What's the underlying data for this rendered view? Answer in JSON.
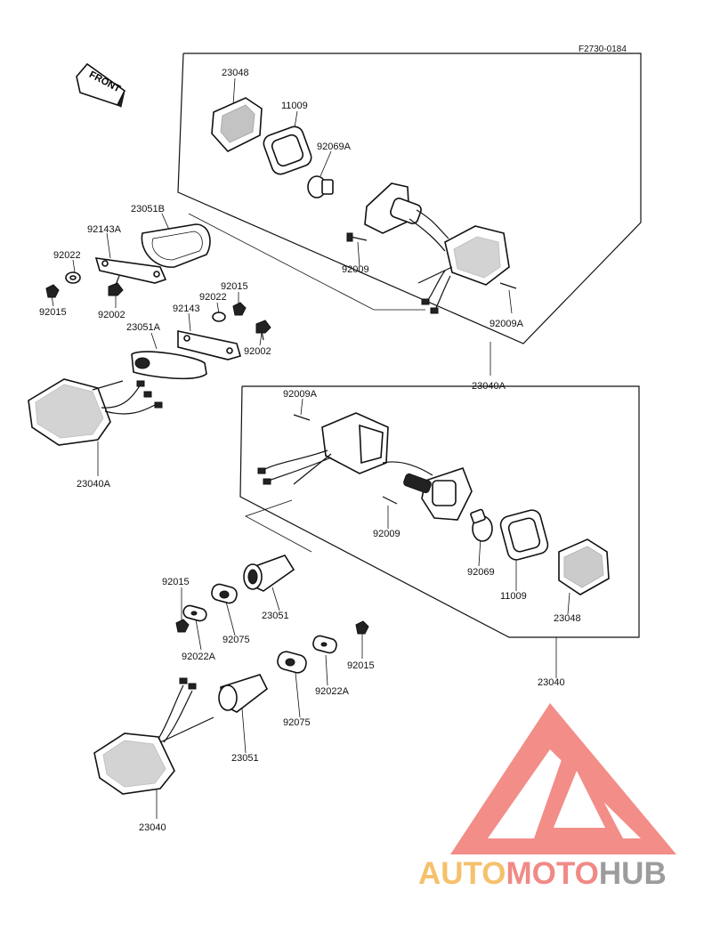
{
  "drawing_code": "F2730-0184",
  "front_arrow_label": "FRONT",
  "labels": {
    "l23048_top": "23048",
    "l11009_top": "11009",
    "l92069A": "92069A",
    "l23051B": "23051B",
    "l92143A": "92143A",
    "l92022_a": "92022",
    "l92015_a": "92015",
    "l92002_a": "92002",
    "l92015_b": "92015",
    "l92022_b": "92022",
    "l92143": "92143",
    "l23051A": "23051A",
    "l92002_b": "92002",
    "l92009_top": "92009",
    "l92009A_top": "92009A",
    "l23040A_right": "23040A",
    "l23040A_left": "23040A",
    "l92009A_mid": "92009A",
    "l92009_mid": "92009",
    "l92069": "92069",
    "l11009_mid": "11009",
    "l23048_mid": "23048",
    "l23040_right": "23040",
    "l92015_c": "92015",
    "l92022A_a": "92022A",
    "l92075_a": "92075",
    "l23051_a": "23051",
    "l92015_d": "92015",
    "l92022A_b": "92022A",
    "l92075_b": "92075",
    "l23051_b": "23051",
    "l23040_bottom": "23040"
  },
  "watermark": {
    "part1": "AUTO",
    "part2": "MOTO",
    "part3": "HUB",
    "color1": "#f5c16c",
    "color2": "#f08a86",
    "color3": "#9c9c9c",
    "logo_color": "#f07a74"
  }
}
